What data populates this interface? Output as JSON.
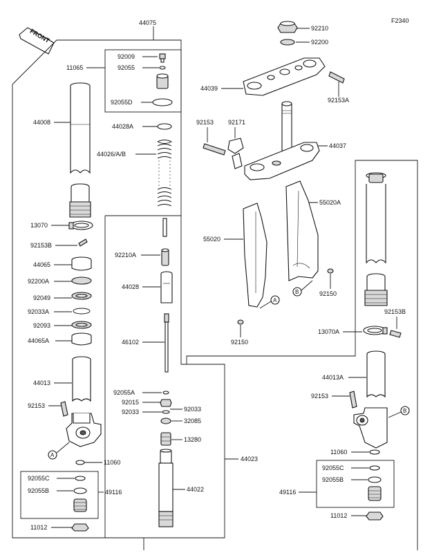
{
  "figure_code": "F2340",
  "front_label": "FRONT",
  "callout_letters": [
    "A",
    "B"
  ],
  "labels": {
    "p44075": "44075",
    "p92009": "92009",
    "p11065": "11065",
    "p92055": "92055",
    "p92055D": "92055D",
    "p44008": "44008",
    "p44028A": "44028A",
    "p44026AB": "44026/A/B",
    "p13070": "13070",
    "p92153B_l": "92153B",
    "p44065": "44065",
    "p92200A": "92200A",
    "p92049": "92049",
    "p92033A": "92033A",
    "p92093": "92093",
    "p44065A": "44065A",
    "p44013": "44013",
    "p92153_l": "92153",
    "p11060_l": "11060",
    "p92055C_l": "92055C",
    "p92055B_l": "92055B",
    "p49116_l": "49116",
    "p11012_l": "11012",
    "p92210A": "92210A",
    "p44028": "44028",
    "p46102": "46102",
    "p92055A": "92055A",
    "p92015": "92015",
    "p92033": "92033",
    "p92033_b": "92033",
    "p32085": "32085",
    "p13280": "13280",
    "p44023": "44023",
    "p44022": "44022",
    "p92210": "92210",
    "p92200": "92200",
    "p44039": "44039",
    "p92153A": "92153A",
    "p92153_t": "92153",
    "p92171": "92171",
    "p44037": "44037",
    "p55020A": "55020A",
    "p55020": "55020",
    "p92150_r": "92150",
    "p92150_b": "92150",
    "p92153B_r": "92153B",
    "p13070A": "13070A",
    "p44013A": "44013A",
    "p92153_r": "92153",
    "p11060_r": "11060",
    "p92055C_r": "92055C",
    "p92055B_r": "92055B",
    "p49116_r": "49116",
    "p11012_r": "11012"
  }
}
